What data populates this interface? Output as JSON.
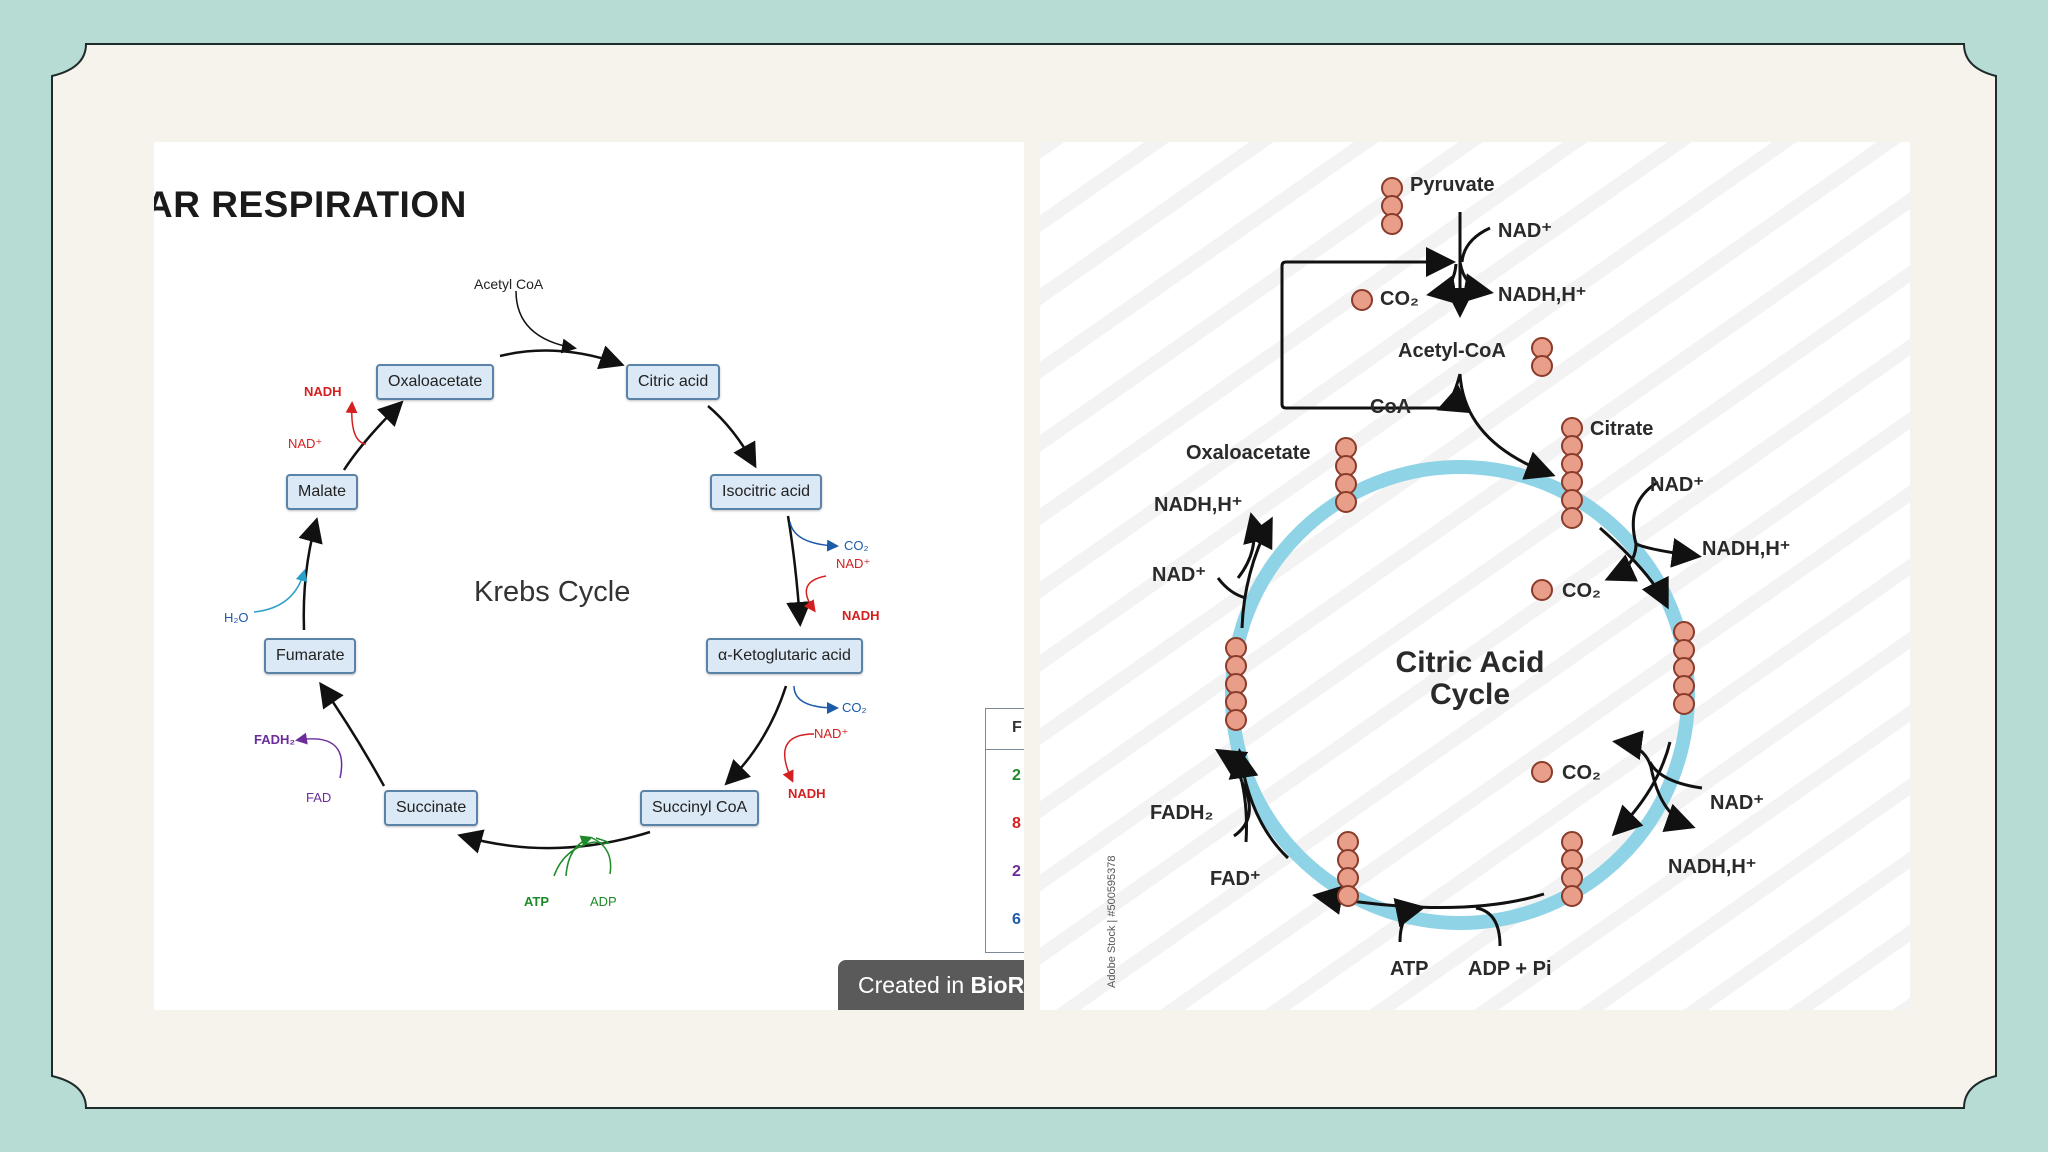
{
  "colors": {
    "background": "#b7dcd3",
    "frame_fill": "#f6f2ec",
    "frame_border": "#1f2a2a",
    "ring": "#8fd3e6",
    "molecule": "#e89e88"
  },
  "left": {
    "title": "AR RESPIRATION",
    "cycle_title": "Krebs Cycle",
    "nodes": {
      "oxaloacetate": "Oxaloacetate",
      "citric": "Citric acid",
      "isocitric": "Isocitric acid",
      "ketoglutaric": "α-Ketoglutaric acid",
      "succinyl": "Succinyl CoA",
      "succinate": "Succinate",
      "fumarate": "Fumarate",
      "malate": "Malate"
    },
    "labels": {
      "acetyl": "Acetyl CoA",
      "nadh1": "NADH",
      "nad1": "NAD⁺",
      "co2_1": "CO₂",
      "nad2": "NAD⁺",
      "nadh2": "NADH",
      "co2_2": "CO₂",
      "nad3": "NAD⁺",
      "nadh3": "NADH",
      "atp": "ATP",
      "adp": "ADP",
      "fad": "FAD",
      "fadh2": "FADH₂",
      "h2o": "H₂O"
    },
    "legend": {
      "head": "F",
      "rows": [
        "2",
        "8",
        "2",
        "6"
      ]
    },
    "watermark": {
      "prefix": "Created in ",
      "brand": "BioR"
    }
  },
  "right": {
    "cycle_title_line1": "Citric Acid",
    "cycle_title_line2": "Cycle",
    "labels": {
      "pyruvate": "Pyruvate",
      "nad_top": "NAD⁺",
      "nadh_top": "NADH,H⁺",
      "co2_top": "CO₂",
      "acetyl": "Acetyl-CoA",
      "coa": "CoA",
      "citrate": "Citrate",
      "oxaloacetate": "Oxaloacetate",
      "nadh_left": "NADH,H⁺",
      "nad_left": "NAD⁺",
      "nad_r1": "NAD⁺",
      "nadh_r1": "NADH,H⁺",
      "co2_r1": "CO₂",
      "co2_r2": "CO₂",
      "nad_r2": "NAD⁺",
      "nadh_r2": "NADH,H⁺",
      "fadh2": "FADH₂",
      "fad": "FAD⁺",
      "atp": "ATP",
      "adp": "ADP + Pi"
    },
    "stock_id": "Adobe Stock | #500595378"
  }
}
